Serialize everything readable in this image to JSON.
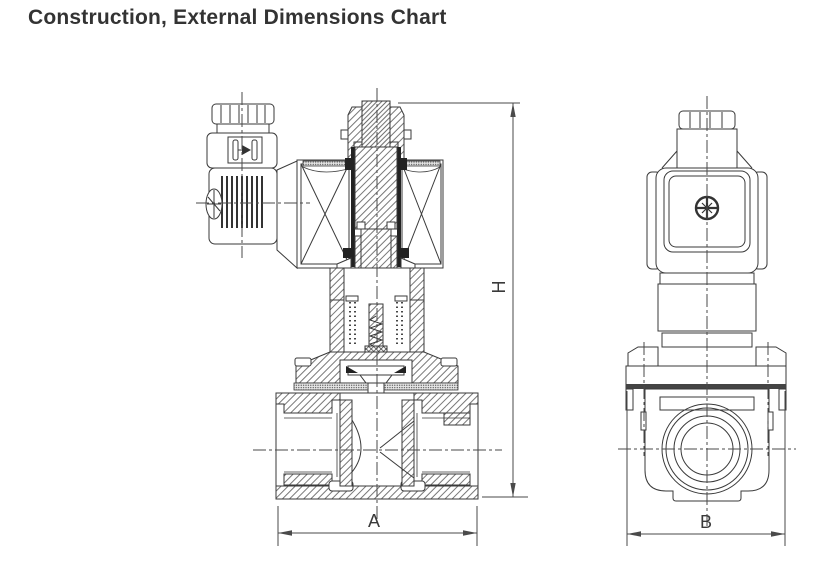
{
  "page": {
    "title": "Construction, External Dimensions Chart"
  },
  "drawing": {
    "type": "technical-line-drawing",
    "subject": "solenoid-valve",
    "views": [
      {
        "id": "front-cross-section",
        "name": "Solenoid valve cross-section (front view)",
        "dimension_labels": [
          "A",
          "H"
        ]
      },
      {
        "id": "side-external",
        "name": "Solenoid valve external side view",
        "dimension_labels": [
          "B"
        ]
      }
    ],
    "dimension_labels": {
      "front_width": "A",
      "overall_height": "H",
      "side_width": "B"
    },
    "colors": {
      "line": "#3a3a3a",
      "background": "#ffffff",
      "title_text": "#333333",
      "seal_black": "#222222",
      "gasket_band": "#444444"
    }
  }
}
